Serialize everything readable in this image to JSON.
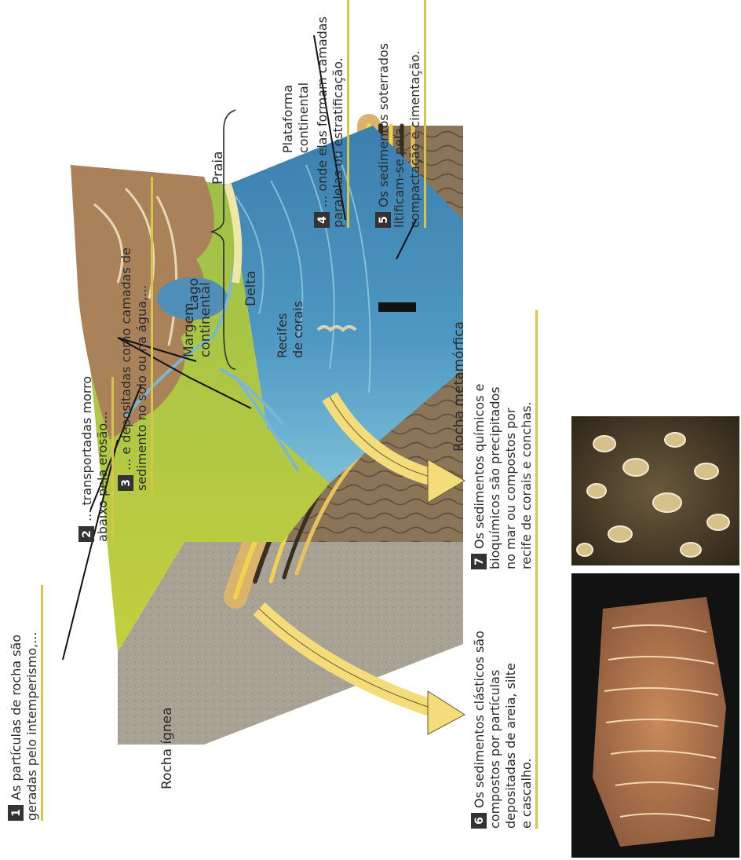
{
  "steps": [
    {
      "number": "1",
      "lines": [
        "As partículas de rocha são",
        "geradas pelo intemperismo,..."
      ]
    },
    {
      "number": "2",
      "lines": [
        "... transportadas morro",
        "abaixo pela erosão..."
      ]
    },
    {
      "number": "3",
      "lines": [
        "... e depositadas como camadas de",
        "sedimento no solo ou na água,..."
      ]
    },
    {
      "number": "4",
      "lines": [
        "... onde elas formam camadas",
        "paralelas ou estratificação."
      ]
    },
    {
      "number": "5",
      "lines": [
        "Os sedimentos soterrados",
        "litificam-se pela",
        "compactação e cimentação."
      ]
    },
    {
      "number": "6",
      "lines": [
        "Os sedimentos clásticos são",
        "compostos por partículas",
        "depositadas de areia, silte",
        "e cascalho."
      ]
    },
    {
      "number": "7",
      "lines": [
        "Os sedimentos químicos e",
        "bioquímicos são precipitados",
        "no mar ou compostos por",
        "recife de corais e conchas."
      ]
    }
  ],
  "labels": {
    "lago": "Lago",
    "delta": "Delta",
    "praia": "Praia",
    "recifes": [
      "Recifes",
      "de corais"
    ],
    "plataforma": [
      "Plataforma",
      "continental"
    ],
    "margem": [
      "Margem",
      "continental"
    ],
    "rocha_ignea": "Rocha ígnea",
    "rocha_metamorfica": "Rocha metamórfica"
  },
  "colors": {
    "ocean": "#3f86b3",
    "land": "#b9cc3c",
    "mountains": "#a9825a",
    "igneous": "#a7a293",
    "metamorphic": "#8a7559",
    "sediment_layer": "#f2d34f",
    "arrow": "#f5dc7a",
    "number_box": "#333333",
    "callout_bar": "#d8c44a"
  }
}
